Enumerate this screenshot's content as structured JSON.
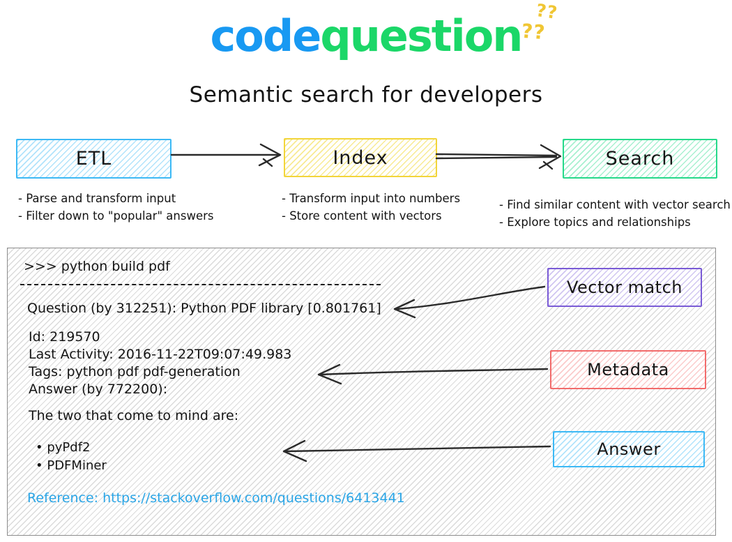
{
  "logo": {
    "code": "code",
    "question": "question",
    "qmarks_top": "??",
    "qmarks_bottom": "??"
  },
  "subtitle": "Semantic search for developers",
  "pipeline": {
    "stages": [
      {
        "label": "ETL",
        "accent": "#3cb9f5",
        "bullets": [
          "- Parse and transform input",
          "- Filter down to \"popular\" answers"
        ]
      },
      {
        "label": "Index",
        "accent": "#f2d53a",
        "bullets": [
          "- Transform input into numbers",
          "- Store content with vectors"
        ]
      },
      {
        "label": "Search",
        "accent": "#25d98a",
        "bullets": [
          "- Find similar content with vector search",
          "- Explore topics and relationships"
        ]
      }
    ]
  },
  "console": {
    "prompt_line": ">>> python build pdf",
    "result_line": "Question (by 312251): Python PDF library [0.801761]",
    "meta_lines": [
      "Id: 219570",
      "Last Activity: 2016-11-22T09:07:49.983",
      "Tags: python pdf pdf-generation",
      "Answer (by 772200):"
    ],
    "answer_intro": "The two that come to mind are:",
    "answer_items": [
      "pyPdf2",
      "PDFMiner"
    ],
    "reference": "Reference: https://stackoverflow.com/questions/6413441",
    "annotations": [
      {
        "label": "Vector match",
        "accent": "#7a5bd6"
      },
      {
        "label": "Metadata",
        "accent": "#f26b6b"
      },
      {
        "label": "Answer",
        "accent": "#3cb9f5"
      }
    ]
  },
  "colors": {
    "logo_code": "#1899f2",
    "logo_question": "#1bd768",
    "qmarks": "#f0c634",
    "link": "#2aa5e6",
    "ink": "#1c1c1c",
    "panel_border": "#8c8c8c",
    "arrow": "#2b2b2b"
  }
}
